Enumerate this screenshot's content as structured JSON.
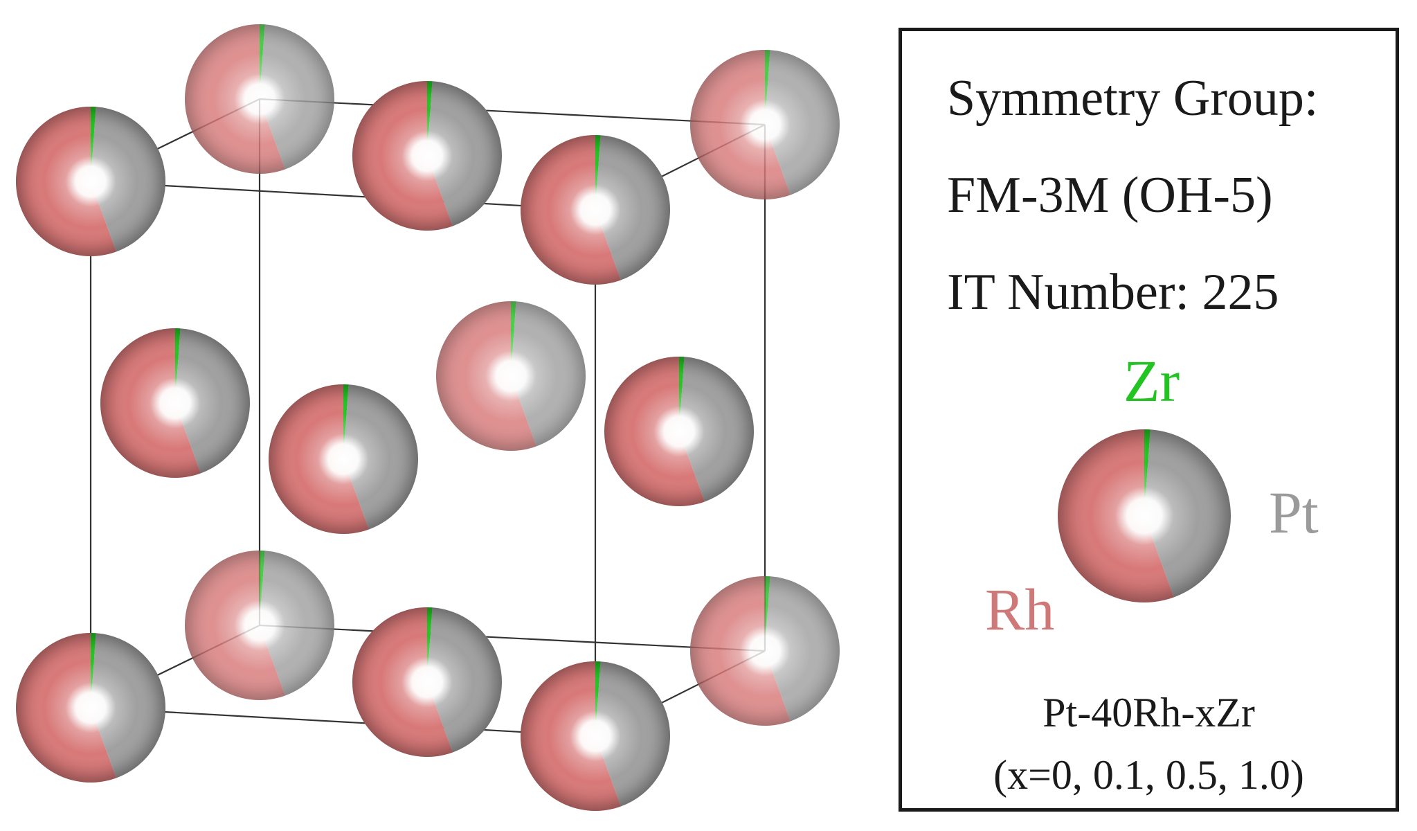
{
  "legend": {
    "symmetry_label": "Symmetry Group:",
    "space_group": "FM-3M (OH-5)",
    "it_number": "IT Number: 225",
    "elements": [
      {
        "symbol": "Zr",
        "color": "#22c422"
      },
      {
        "symbol": "Pt",
        "color": "#9a9a9a"
      },
      {
        "symbol": "Rh",
        "color": "#cf7878"
      }
    ],
    "composition": "Pt-40Rh-xZr",
    "composition_values": "(x=0, 0.1, 0.5, 1.0)"
  },
  "colors": {
    "rh": "#d87878",
    "pt": "#a0a0a0",
    "zr": "#22c422",
    "frame": "#1a1a1a"
  }
}
